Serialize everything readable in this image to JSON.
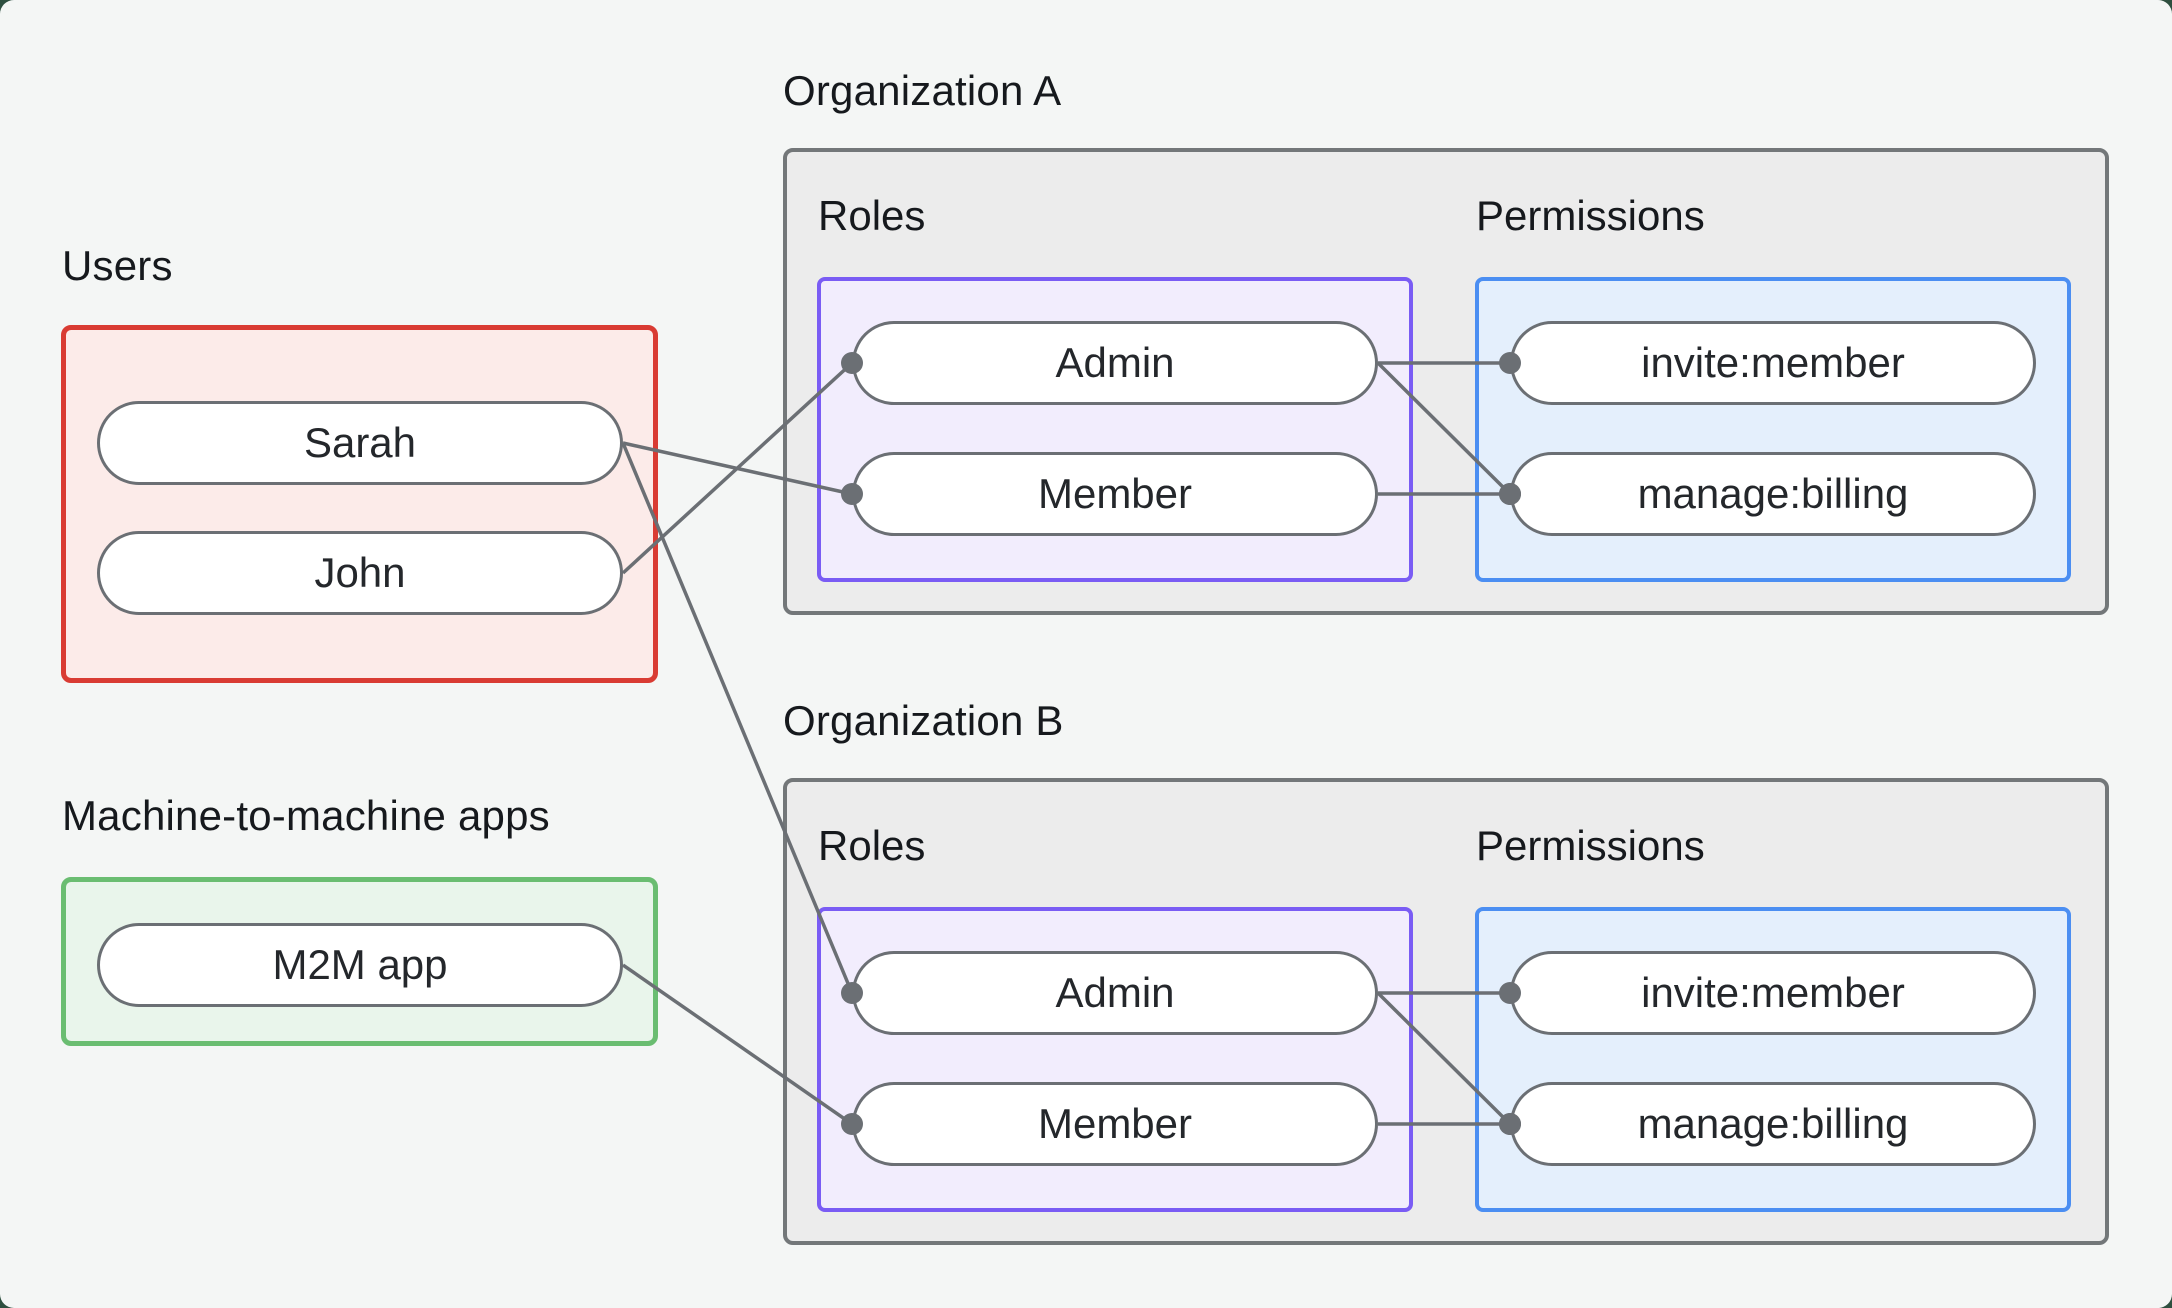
{
  "users": {
    "title": "Users",
    "items": [
      {
        "id": "sarah",
        "label": "Sarah"
      },
      {
        "id": "john",
        "label": "John"
      }
    ]
  },
  "m2m": {
    "title": "Machine-to-machine apps",
    "items": [
      {
        "id": "m2m",
        "label": "M2M app"
      }
    ]
  },
  "orgs": [
    {
      "id": "orgA",
      "title": "Organization A",
      "roles_label": "Roles",
      "permissions_label": "Permissions",
      "roles": [
        {
          "id": "orgA_admin",
          "label": "Admin"
        },
        {
          "id": "orgA_member",
          "label": "Member"
        }
      ],
      "permissions": [
        {
          "id": "orgA_invite",
          "label": "invite:member"
        },
        {
          "id": "orgA_manage",
          "label": "manage:billing"
        }
      ]
    },
    {
      "id": "orgB",
      "title": "Organization B",
      "roles_label": "Roles",
      "permissions_label": "Permissions",
      "roles": [
        {
          "id": "orgB_admin",
          "label": "Admin"
        },
        {
          "id": "orgB_member",
          "label": "Member"
        }
      ],
      "permissions": [
        {
          "id": "orgB_invite",
          "label": "invite:member"
        },
        {
          "id": "orgB_manage",
          "label": "manage:billing"
        }
      ]
    }
  ],
  "edges": [
    {
      "from": "sarah",
      "to": "orgA_member"
    },
    {
      "from": "john",
      "to": "orgA_admin"
    },
    {
      "from": "sarah",
      "to": "orgB_admin"
    },
    {
      "from": "m2m",
      "to": "orgB_member"
    },
    {
      "from": "orgA_admin",
      "to": "orgA_invite"
    },
    {
      "from": "orgA_admin",
      "to": "orgA_manage"
    },
    {
      "from": "orgA_member",
      "to": "orgA_manage"
    },
    {
      "from": "orgB_admin",
      "to": "orgB_invite"
    },
    {
      "from": "orgB_admin",
      "to": "orgB_manage"
    },
    {
      "from": "orgB_member",
      "to": "orgB_manage"
    }
  ],
  "colors": {
    "background": "#f4f6f5",
    "frame": "#2e4f3f",
    "users_border": "#d93b33",
    "users_fill": "#fcebe9",
    "m2m_border": "#6abd71",
    "m2m_fill": "#e9f5eb",
    "org_border": "#737779",
    "org_fill": "#ececec",
    "roles_border": "#7a5cf4",
    "roles_fill": "#f2edfd",
    "permissions_border": "#4b8ef2",
    "permissions_fill": "#e4effc",
    "pill_border": "#6b6f74",
    "connector": "#6b6f74",
    "text": "#16191d"
  }
}
